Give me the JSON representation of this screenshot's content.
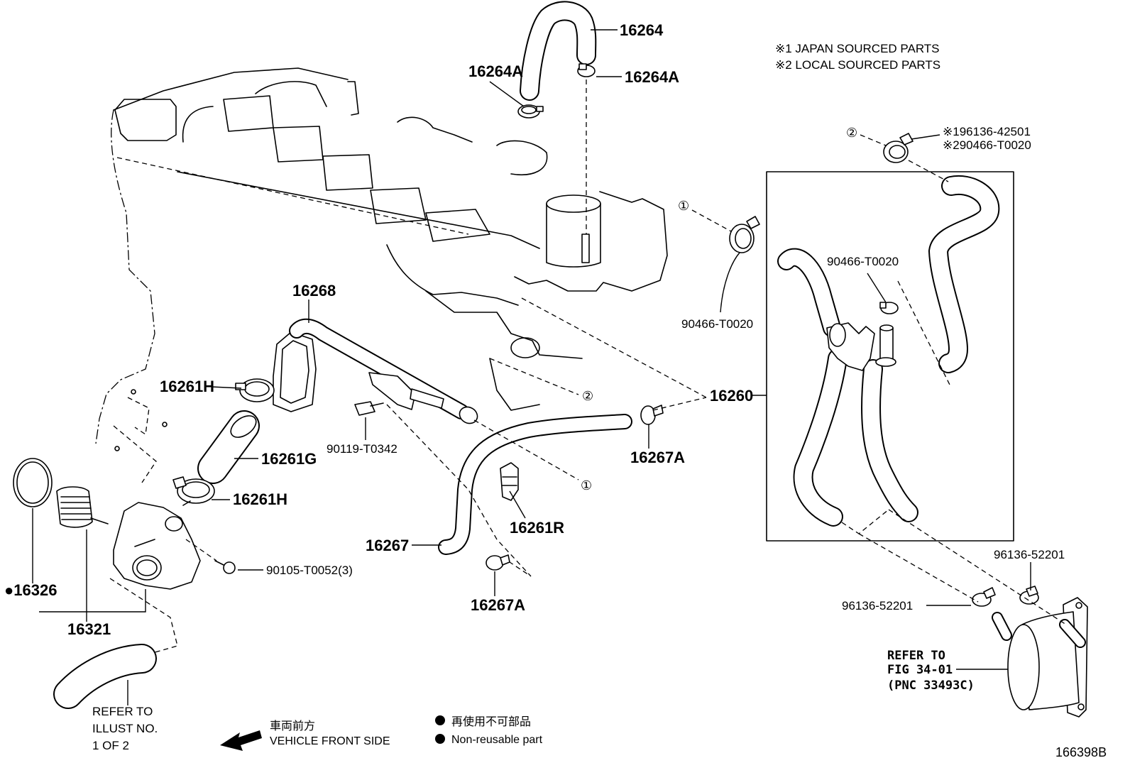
{
  "notes": {
    "note1": "※1 JAPAN SOURCED PARTS",
    "note2": "※2 LOCAL SOURCED PARTS"
  },
  "labels": {
    "hose_16264": "16264",
    "clamp_16264a_left": "16264A",
    "clamp_16264a_right": "16264A",
    "clamp_alt_japan": "※196136-42501",
    "clamp_alt_local": "※290466-T0020",
    "clamp_90466_box": "90466-T0020",
    "clamp_90466_left": "90466-T0020",
    "pipe_16268": "16268",
    "clamp_16261h_upper": "16261H",
    "hose_assy_16260": "16260",
    "bolt_90119": "90119-T0342",
    "hose_16261g": "16261G",
    "clamp_16267a_right": "16267A",
    "clamp_16261h_lower": "16261H",
    "clip_16261r": "16261R",
    "hose_16267": "16267",
    "clamp_96136_right": "96136-52201",
    "bolt_90105": "90105-T0052(3)",
    "gasket_16326": "●16326",
    "clamp_16267a_lower": "16267A",
    "clamp_96136_lower": "96136-52201",
    "thermostat_16321": "16321",
    "figure_number": "166398B"
  },
  "markers": {
    "m2_top": "②",
    "m1_top": "①",
    "m2_mid": "②",
    "m1_mid": "①"
  },
  "refer_oil_cooler": {
    "line1": "REFER TO",
    "line2": "FIG 34-01",
    "line3": "(PNC 33493C)"
  },
  "refer_hose": {
    "line1": "REFER TO",
    "line2": "ILLUST NO.",
    "line3": "1 OF 2"
  },
  "direction": {
    "jp": "車両前方",
    "en": "VEHICLE FRONT SIDE"
  },
  "legend": {
    "jp": "再使用不可部品",
    "en": "Non-reusable part"
  }
}
